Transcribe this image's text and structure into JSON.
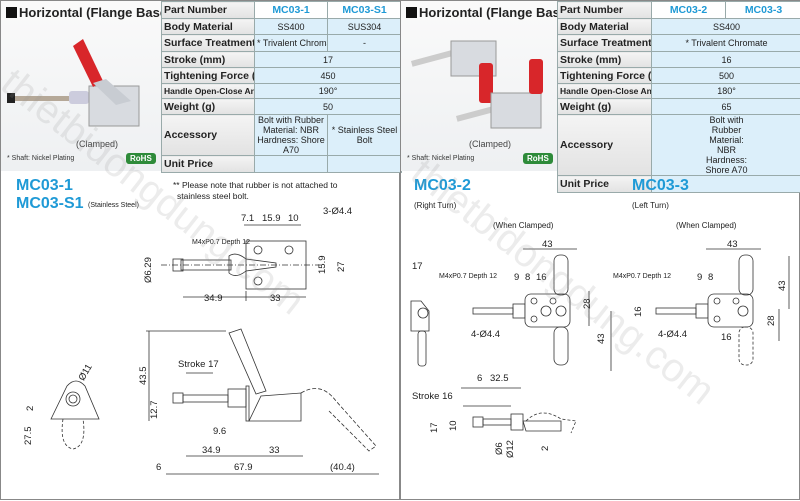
{
  "left": {
    "title": "Horizontal (Flange Base)",
    "clamped": "(Clamped)",
    "shaft_note": "* Shaft: Nickel Plating",
    "rohs": "RoHS",
    "labels": [
      "Part Number",
      "Body Material",
      "Surface Treatment",
      "Stroke (mm)",
      "Tightening Force (N)",
      "Handle Open-Close Angle",
      "Weight (g)",
      "Accessory",
      "Unit Price"
    ],
    "part_numbers": [
      "MC03-1",
      "MC03-S1"
    ],
    "body_material": [
      "SS400",
      "SUS304"
    ],
    "surface_treatment": [
      "* Trivalent Chromate",
      "-"
    ],
    "stroke": "17",
    "force": "450",
    "angle": "190°",
    "weight": "50",
    "accessory": [
      "Bolt with Rubber Material: NBR Hardness: Shore A70",
      "* Stainless Steel Bolt"
    ],
    "unit_price": [
      "",
      ""
    ]
  },
  "right": {
    "title": "Horizontal (Flange Base)",
    "clamped": "(Clamped)",
    "shaft_note": "* Shaft: Nickel Plating",
    "rohs": "RoHS",
    "labels": [
      "Part Number",
      "Body Material",
      "Surface Treatment",
      "Stroke (mm)",
      "Tightening Force (N)",
      "Handle Open-Close Angle",
      "Weight (g)",
      "Accessory",
      "Unit Price"
    ],
    "part_numbers": [
      "MC03-2",
      "MC03-3"
    ],
    "body_material": "SS400",
    "surface_treatment": "* Trivalent Chromate",
    "stroke": "16",
    "force": "500",
    "angle": "180°",
    "weight": "65",
    "accessory": "Bolt with Rubber Material: NBR Hardness: Shore A70",
    "unit_price": ""
  },
  "mc031": {
    "title1": "MC03-1",
    "title2": "MC03-S1",
    "sub": "(Stainless Steel)",
    "note1": "** Please note that rubber is not attached to",
    "note2": "stainless steel bolt.",
    "dims": [
      "7.1",
      "15.9",
      "10",
      "3-Ø4.4",
      "M4xP0.7 Depth 12",
      "Ø6.29",
      "15.9",
      "27",
      "34.9",
      "33",
      "Ø11",
      "2",
      "27.5",
      "43.5",
      "Stroke 17",
      "12.7",
      "9.6",
      "34.9",
      "33",
      "6",
      "67.9",
      "(40.4)"
    ]
  },
  "mc032": {
    "title": "MC03-2",
    "sub": "(Right Turn)",
    "when": "(When Clamped)",
    "dims": [
      "17",
      "43",
      "M4xP0.7 Depth 12",
      "9",
      "8",
      "16",
      "28",
      "4-Ø4.4",
      "43",
      "6",
      "32.5",
      "Stroke 16",
      "17",
      "10",
      "Ø6",
      "Ø12",
      "2"
    ]
  },
  "mc033": {
    "title": "MC03-3",
    "sub": "(Left Turn)",
    "when": "(When Clamped)",
    "dims": [
      "43",
      "M4xP0.7 Depth 12",
      "9",
      "8",
      "43",
      "16",
      "28",
      "4-Ø4.4",
      "16"
    ]
  },
  "watermark": "thietbidongdung.com"
}
